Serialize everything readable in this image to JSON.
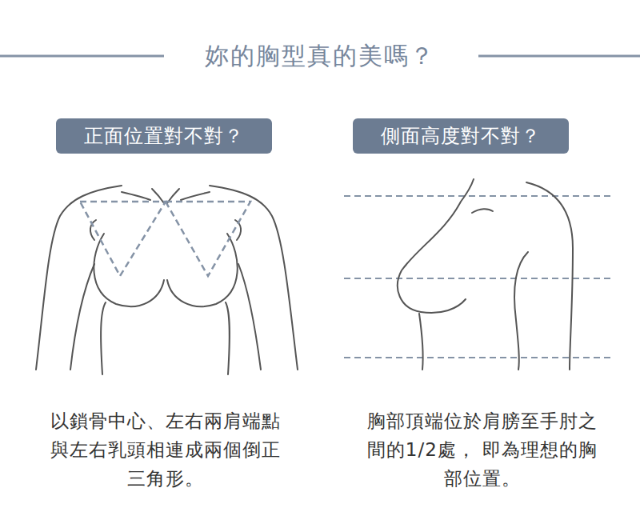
{
  "diagram": {
    "title": "妳的胸型真的美嗎？",
    "nodes": [
      {
        "text": [
          "正面位置對不對？"
        ]
      },
      {
        "text": [
          "側面高度對不對？"
        ]
      }
    ],
    "labels": [
      "以鎖骨中心、左右兩肩端點 與左右乳頭相連成兩個倒正 三角形。",
      "胸部頂端位於肩膀至手肘之 間的1/2處， 即為理想的胸 部位置。"
    ]
  }
}
